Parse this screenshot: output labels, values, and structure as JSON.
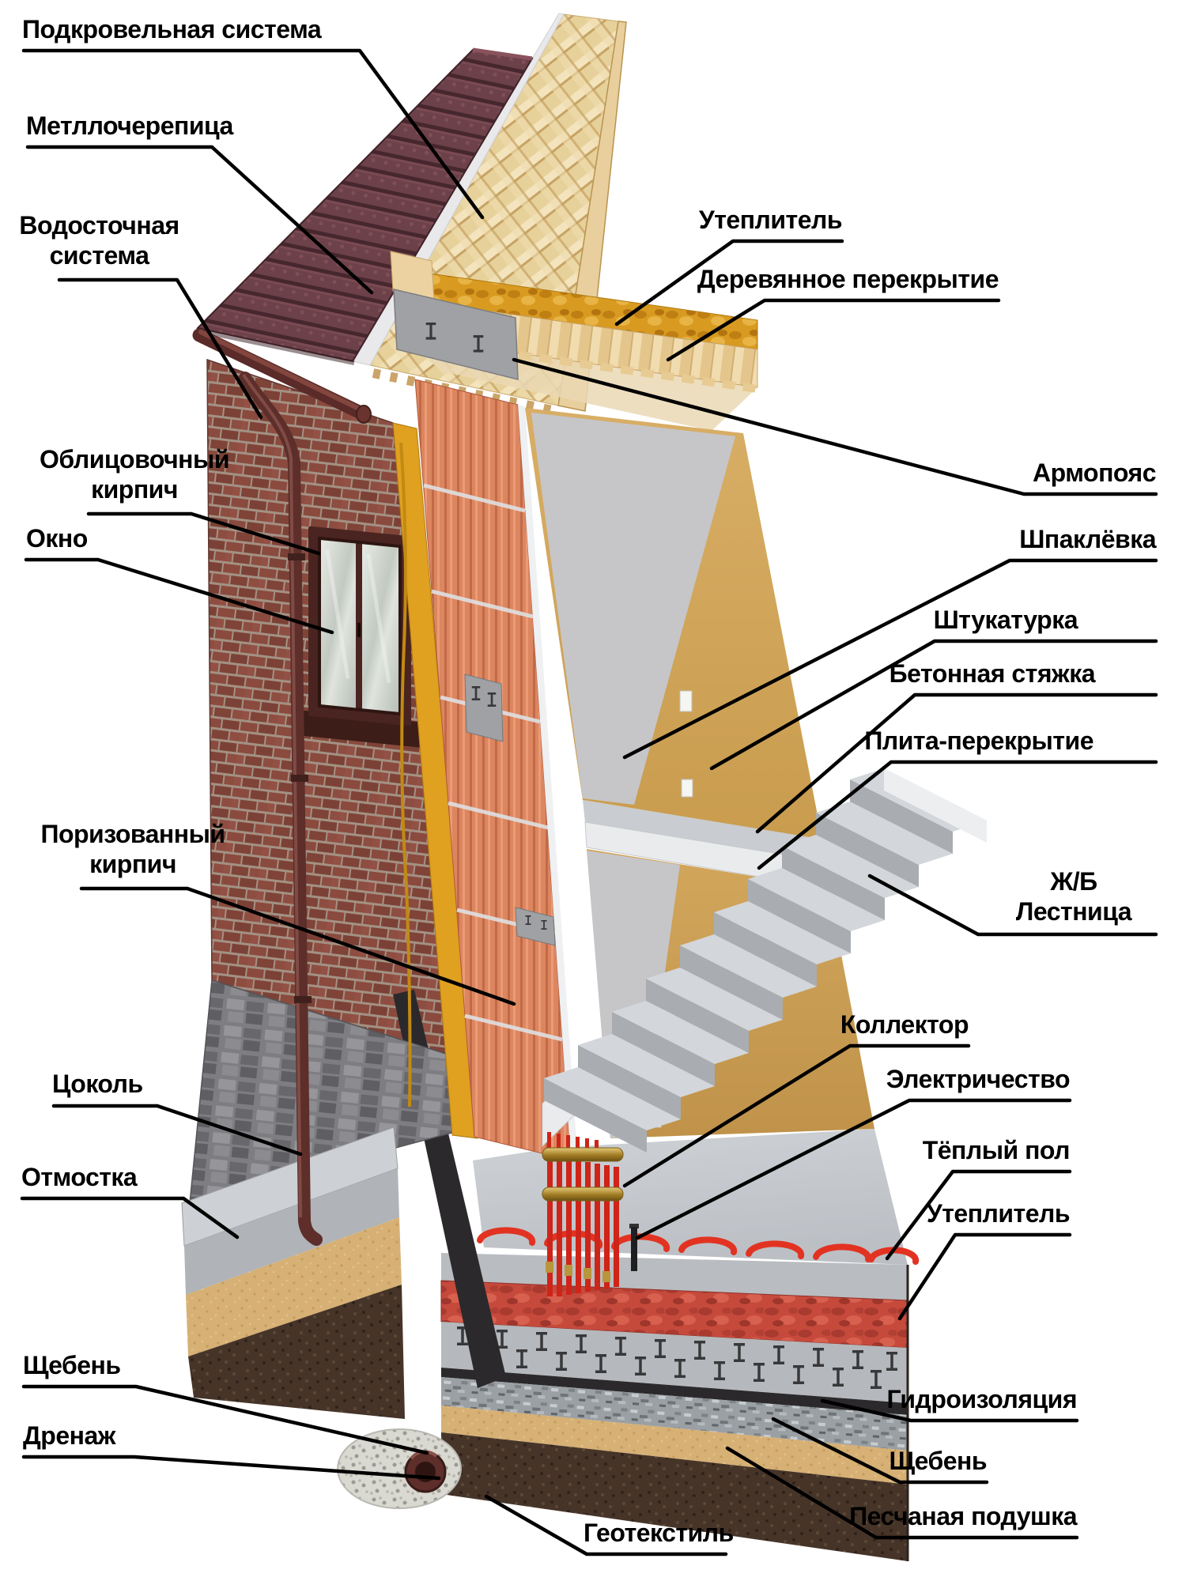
{
  "labels": [
    {
      "id": "podkrovelnaya-sistema",
      "text": "Подкровельная система"
    },
    {
      "id": "metallocherepitsa",
      "text": "Метллочерепица"
    },
    {
      "id": "vodostochnaya-sistema",
      "text": "Водосточная\nсистема"
    },
    {
      "id": "oblitsovochny-kirpich",
      "text": "Облицовочный\nкирпич"
    },
    {
      "id": "okno",
      "text": "Окно"
    },
    {
      "id": "porizovanny-kirpich",
      "text": "Поризованный\nкирпич"
    },
    {
      "id": "tsokol",
      "text": "Цоколь"
    },
    {
      "id": "otmostka",
      "text": "Отмостка"
    },
    {
      "id": "shcheben-left",
      "text": "Щебень"
    },
    {
      "id": "drenazh",
      "text": "Дренаж"
    },
    {
      "id": "geotekstil",
      "text": "Геотекстиль"
    },
    {
      "id": "uteplitel-roof",
      "text": "Утеплитель"
    },
    {
      "id": "derevyannoe-perekrytie",
      "text": "Деревянное перекрытие"
    },
    {
      "id": "armopoyas",
      "text": "Армопояс"
    },
    {
      "id": "shpaklevka",
      "text": "Шпаклёвка"
    },
    {
      "id": "shtukaturka",
      "text": "Штукатурка"
    },
    {
      "id": "betonnaya-styazhka",
      "text": "Бетонная стяжка"
    },
    {
      "id": "plita-perekrytie",
      "text": "Плита-перекрытие"
    },
    {
      "id": "zhb-lestnitsa",
      "text": "Ж/Б\nЛестница"
    },
    {
      "id": "kollektor",
      "text": "Коллектор"
    },
    {
      "id": "elektrichestvo",
      "text": "Электричество"
    },
    {
      "id": "teply-pol",
      "text": "Тёплый пол"
    },
    {
      "id": "uteplitel-pol",
      "text": "Утеплитель"
    },
    {
      "id": "gidroizolyatsiya",
      "text": "Гидроизоляция"
    },
    {
      "id": "shcheben-right",
      "text": "Щебень"
    },
    {
      "id": "peschanaya-podushka",
      "text": "Песчаная подушка"
    }
  ],
  "colors": {
    "label_text": "#000000",
    "leader_line": "#000000",
    "metal_tile": "#6d4149",
    "roof_battens": "#ecd9a8",
    "membrane": "#e9e9ec",
    "facing_brick": "#8a4a3e",
    "insulation_yellow": "#e0a020",
    "porous_brick": "#dc8660",
    "plaster_grey": "#c6c6c9",
    "wall_tan": "#d2a75c",
    "concrete": "#c6c9cd",
    "floor_wool_red": "#c64a3c",
    "heating_pipe_red": "#e23322",
    "collector_brass": "#c9a84e",
    "downpipe_maroon": "#5d2e2a",
    "stone_base": "#7e7e82",
    "sand": "#d5ae72",
    "soil": "#463428"
  }
}
